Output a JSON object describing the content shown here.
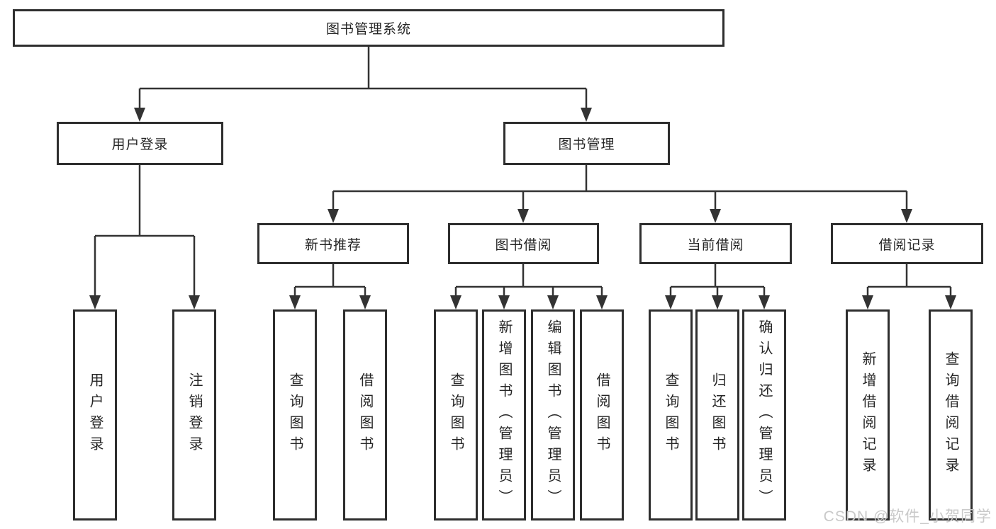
{
  "diagram_type": "tree-structure-chart",
  "colors": {
    "line": "#333333",
    "box_border": "#2e2e2e",
    "box_bg": "#ffffff",
    "text": "#262626",
    "watermark": "#c9c9c9"
  },
  "nodes": {
    "root": "图书管理系统",
    "user_login": {
      "label": "用户登录",
      "leaves": {
        "login": "用户登录",
        "logout": "注销登录"
      }
    },
    "book_mgmt": {
      "label": "图书管理"
    },
    "new_book_rec": {
      "label": "新书推荐",
      "leaves": {
        "query": "查询图书",
        "borrow": "借阅图书"
      }
    },
    "book_borrow": {
      "label": "图书借阅",
      "leaves": {
        "query": "查询图书",
        "add": "新增图书（管理员）",
        "edit": "编辑图书（管理员）",
        "borrow": "借阅图书"
      }
    },
    "current_borrow": {
      "label": "当前借阅",
      "leaves": {
        "query": "查询图书",
        "return": "归还图书",
        "confirm": "确认归还（管理员）"
      }
    },
    "borrow_records": {
      "label": "借阅记录",
      "leaves": {
        "add": "新增借阅记录",
        "query": "查询借阅记录"
      }
    }
  },
  "watermark": {
    "text": "CSDN @软件_小贺同学"
  }
}
